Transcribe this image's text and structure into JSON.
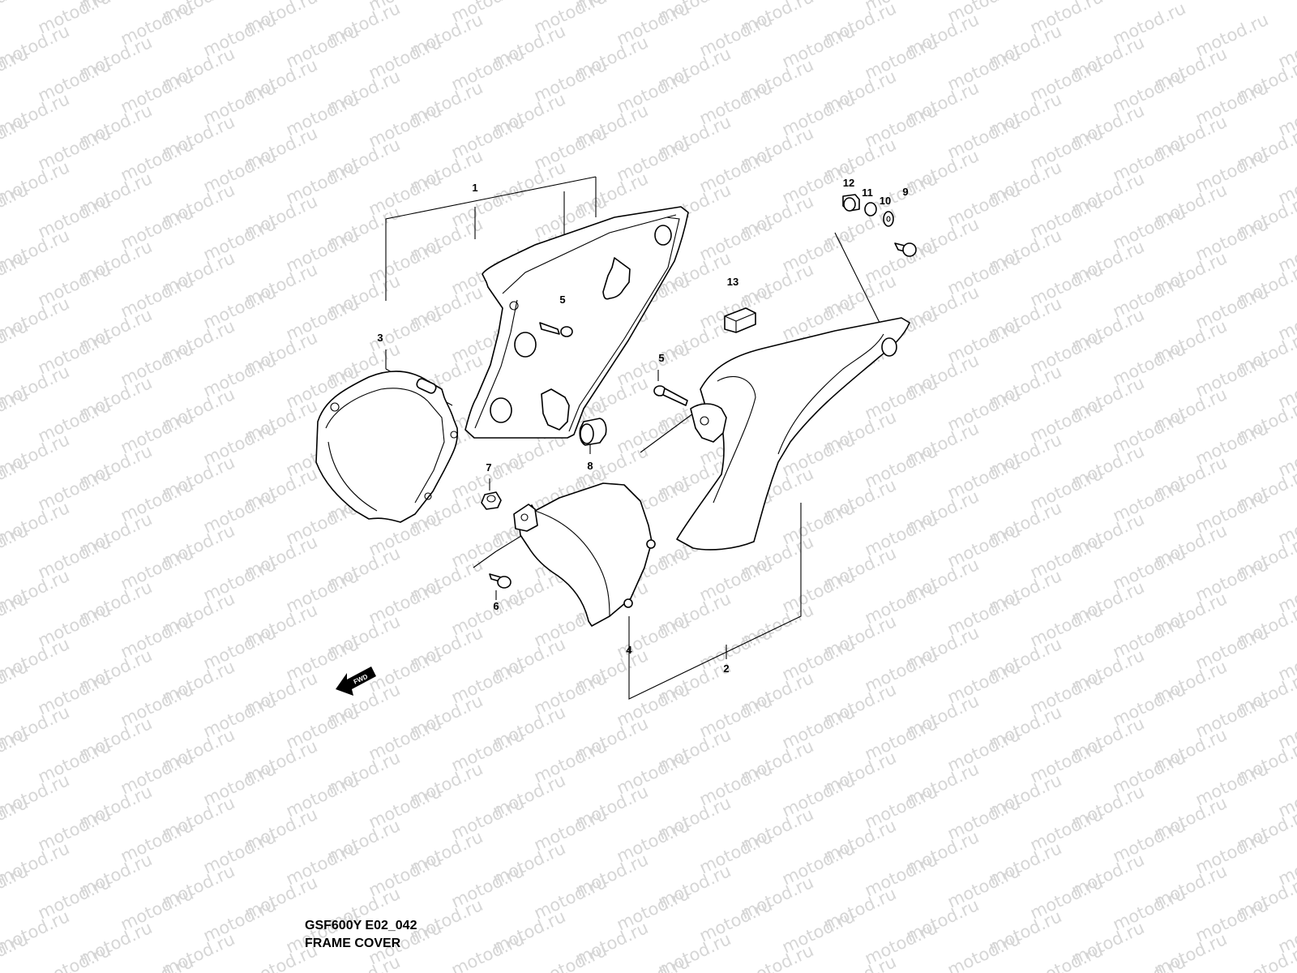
{
  "watermark": "motod.ru",
  "caption": {
    "model_code": "GSF600Y E02_042",
    "title": "FRAME COVER"
  },
  "fwd_label": "FWD",
  "callouts": {
    "c1": "1",
    "c2": "2",
    "c3": "3",
    "c4": "4",
    "c5a": "5",
    "c5b": "5",
    "c6": "6",
    "c7": "7",
    "c8": "8",
    "c9": "9",
    "c10": "10",
    "c11": "11",
    "c12": "12",
    "c13": "13"
  }
}
